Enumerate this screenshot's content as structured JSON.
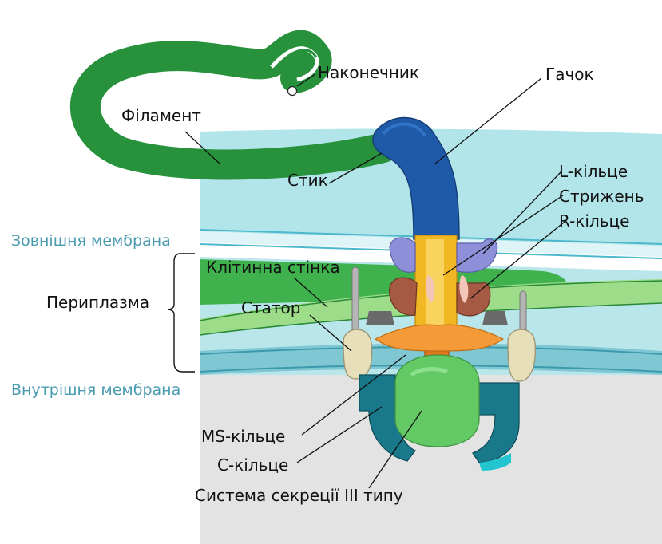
{
  "labels": {
    "tip": "Наконечник",
    "filament": "Філамент",
    "hook": "Гачок",
    "junction": "Стик",
    "l_ring": "L-кільце",
    "rod": "Стрижень",
    "r_ring": "R-кільце",
    "outer_membrane": "Зовнішня мембрана",
    "cell_wall": "Клітинна стінка",
    "periplasm": "Периплазма",
    "stator": "Статор",
    "inner_membrane": "Внутрішня мембрана",
    "ms_ring": "MS-кільце",
    "c_ring": "С-кільце",
    "t3ss": "Система секреції III типу"
  },
  "colors": {
    "filament": "#27913c",
    "hook": "#1f5aa8",
    "outer_membrane": "#aee3e8",
    "cell_wall": "#3fb24e",
    "inner_membrane": "#6cc0cc",
    "cytoplasm": "#e4e4e4",
    "rod": "#f2b824",
    "l_ring": "#8e8fd9",
    "r_ring": "#a65a43",
    "ms_ring": "#f59a38",
    "c_ring": "#62c965",
    "t3ss": "#19788a",
    "stator": "#e6dfba",
    "membrane_label": "#4a9bb0"
  }
}
